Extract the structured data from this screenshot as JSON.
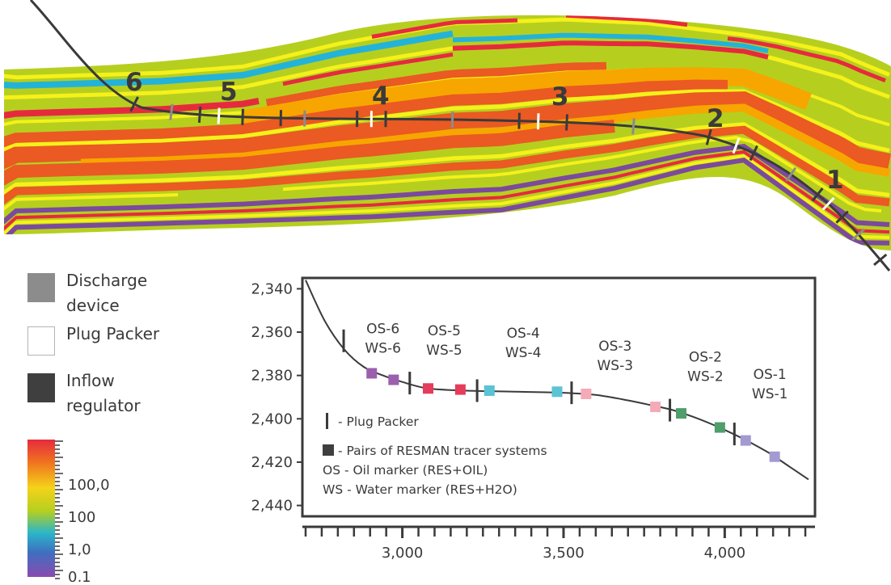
{
  "cross_section": {
    "zone_labels": [
      "1",
      "2",
      "3",
      "4",
      "5",
      "6"
    ],
    "layer_colors": {
      "green": "#b6cf1f",
      "yellow": "#f5f11a",
      "orange": "#f7a600",
      "red_orange": "#ea5a22",
      "red": "#e62a3e",
      "blue": "#23b3d9",
      "purple": "#7b4a9d",
      "well": "#3a3a3a"
    }
  },
  "legend": {
    "items": [
      {
        "label": "Discharge device",
        "color": "#8c8c8c"
      },
      {
        "label": "Plug Packer",
        "color": "#ffffff"
      },
      {
        "label": "Inflow regulator",
        "color": "#3f3f3f"
      }
    ],
    "colorbar_labels": [
      "100,0",
      "100",
      "1,0",
      "0,1"
    ]
  },
  "chart_data": {
    "type": "line",
    "x_ticks": [
      "3,000",
      "3,500",
      "4,000"
    ],
    "y_ticks": [
      "2,340",
      "2,360",
      "2,380",
      "2,400",
      "2,420",
      "2,440"
    ],
    "xlim": [
      2690,
      4280
    ],
    "ylim": [
      2335,
      2445
    ],
    "y_inverted": true,
    "well_path": {
      "x": [
        2700,
        2760,
        2820,
        2880,
        2940,
        3000,
        3080,
        3200,
        3350,
        3500,
        3600,
        3700,
        3780,
        3840,
        3900,
        3960,
        4020,
        4080,
        4140,
        4200,
        4260
      ],
      "y": [
        2336,
        2355,
        2368,
        2376,
        2380,
        2383,
        2386,
        2387,
        2387.5,
        2388,
        2389,
        2391.5,
        2394,
        2396,
        2399,
        2402.5,
        2406.5,
        2411,
        2416,
        2422,
        2428
      ]
    },
    "plug_packers": [
      {
        "x": 2818,
        "y": 2364
      },
      {
        "x": 3023,
        "y": 2383.5
      },
      {
        "x": 3232,
        "y": 2387
      },
      {
        "x": 3525,
        "y": 2388
      },
      {
        "x": 3830,
        "y": 2396
      },
      {
        "x": 4030,
        "y": 2407
      }
    ],
    "tracer_markers": [
      {
        "x": 2905,
        "y": 2379,
        "color": "#9b5fae"
      },
      {
        "x": 2973,
        "y": 2382,
        "color": "#9b5fae"
      },
      {
        "x": 3080,
        "y": 2386,
        "color": "#e43c5a"
      },
      {
        "x": 3180,
        "y": 2386.5,
        "color": "#e43c5a"
      },
      {
        "x": 3270,
        "y": 2387,
        "color": "#5cc3d4"
      },
      {
        "x": 3480,
        "y": 2387.5,
        "color": "#5cc3d4"
      },
      {
        "x": 3570,
        "y": 2388.5,
        "color": "#f4aab7"
      },
      {
        "x": 3785,
        "y": 2394.5,
        "color": "#f4aab7"
      },
      {
        "x": 3865,
        "y": 2397.5,
        "color": "#4f9e6b"
      },
      {
        "x": 3985,
        "y": 2404,
        "color": "#4f9e6b"
      },
      {
        "x": 4065,
        "y": 2410,
        "color": "#a39ad1"
      },
      {
        "x": 4155,
        "y": 2417.5,
        "color": "#a39ad1"
      }
    ],
    "pair_labels": [
      {
        "os": "OS-6",
        "ws": "WS-6",
        "x": 2940,
        "y": 2368
      },
      {
        "os": "OS-5",
        "ws": "WS-5",
        "x": 3130,
        "y": 2369
      },
      {
        "os": "OS-4",
        "ws": "WS-4",
        "x": 3375,
        "y": 2370
      },
      {
        "os": "OS-3",
        "ws": "WS-3",
        "x": 3660,
        "y": 2376
      },
      {
        "os": "OS-2",
        "ws": "WS-2",
        "x": 3940,
        "y": 2381
      },
      {
        "os": "OS-1",
        "ws": "WS-1",
        "x": 4140,
        "y": 2389
      }
    ],
    "key": {
      "plug_packer": "- Plug Packer",
      "tracer_pairs": "- Pairs of RESMAN tracer systems",
      "os_line": "OS - Oil marker (RES+OIL)",
      "ws_line": "WS - Water marker (RES+H2O)"
    }
  }
}
